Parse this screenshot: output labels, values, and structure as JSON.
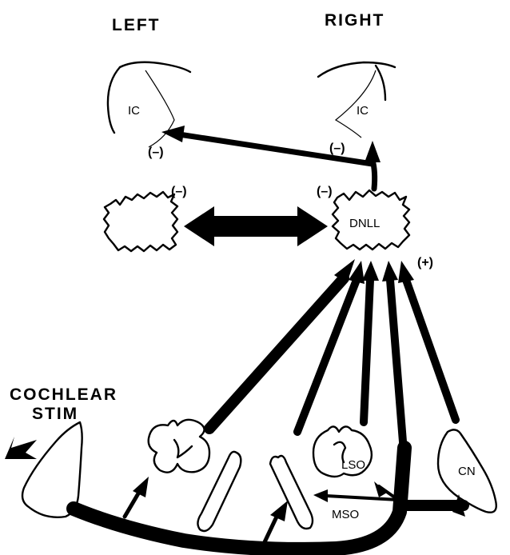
{
  "headers": {
    "left": "LEFT",
    "right": "RIGHT"
  },
  "structures": {
    "ic_left": "IC",
    "ic_right": "IC",
    "dnll": "DNLL",
    "lso": "LSO",
    "mso": "MSO",
    "cn": "CN"
  },
  "signs": {
    "ic_left": "(–)",
    "ic_right": "(–)",
    "dnll_left": "(–)",
    "dnll_right": "(–)",
    "excitatory": "(+)"
  },
  "stimulus": {
    "line1": "COCHLEAR",
    "line2": "STIM"
  }
}
